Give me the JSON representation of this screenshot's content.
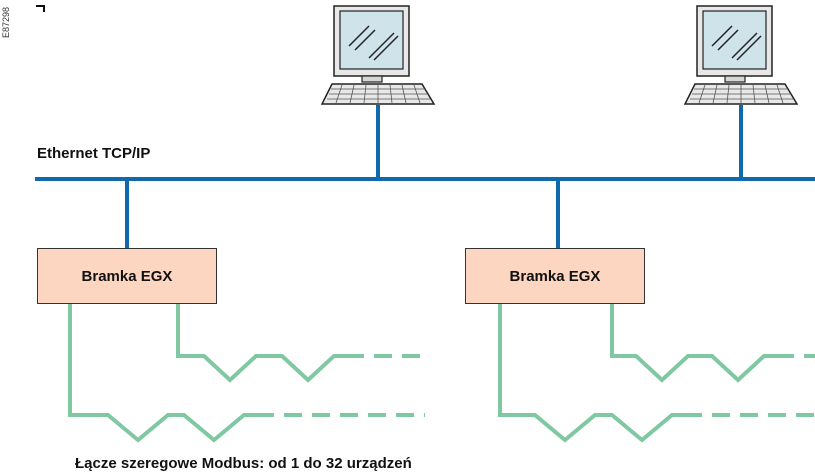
{
  "figure_code": "E87298",
  "network_label": "Ethernet TCP/IP",
  "gateways": [
    {
      "label": "Bramka EGX"
    },
    {
      "label": "Bramka EGX"
    }
  ],
  "serial_link_label": "Łącze szeregowe Modbus: od 1 do 32 urządzeń",
  "colors": {
    "ethernet_line": "#0f6aad",
    "serial_line": "#7fc8a2",
    "gateway_fill": "#fcd6c0",
    "monitor_screen": "#cfe3ea"
  },
  "icons": [
    "computer-icon",
    "computer-icon"
  ]
}
